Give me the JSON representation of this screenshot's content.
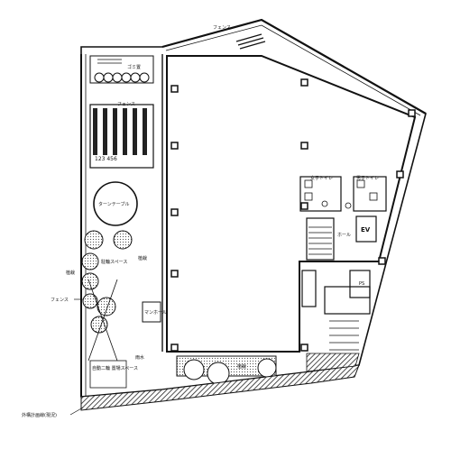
{
  "labels": {
    "fence_top": "フェンス",
    "fence_inner": "フェンス",
    "fence_left": "フェンス",
    "garbage": "ゴミ置",
    "parking_numbers": "123  456",
    "turntable": "ターンテーブル",
    "bicycle_space": "駐輪スペース",
    "planting_left": "植栽",
    "planting_center": "植栽",
    "planting_bottom": "植栽",
    "motorbike_space": "自動二輪\n置場スペース",
    "manhole": "マンホール",
    "womens_toilet": "女子トイレ",
    "mens_toilet": "男子トイレ",
    "ev": "EV",
    "hall": "ホール",
    "rising_pipe": "雨水",
    "mech": "PS",
    "bottom_left_note": "外構計画線(現況)"
  },
  "colors": {
    "line": "#111111",
    "hatch": "#222222",
    "background": "#ffffff"
  }
}
